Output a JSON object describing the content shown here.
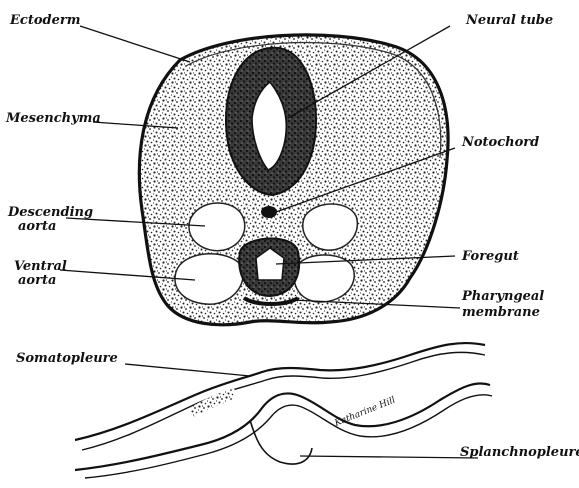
{
  "figure": {
    "labels": {
      "ectoderm": "Ectoderm",
      "neural_tube": "Neural tube",
      "mesenchyma": "Mesenchyma",
      "notochord": "Notochord",
      "descending_aorta_1": "Descending",
      "descending_aorta_2": "aorta",
      "foregut": "Foregut",
      "ventral_aorta_1": "Ventral",
      "ventral_aorta_2": "aorta",
      "pharyngeal_1": "Pharyngeal",
      "pharyngeal_2": "membrane",
      "somatopleure": "Somatopleure",
      "splanchnopleure": "Splanchnopleure"
    },
    "signature": "Katharine Hill"
  }
}
